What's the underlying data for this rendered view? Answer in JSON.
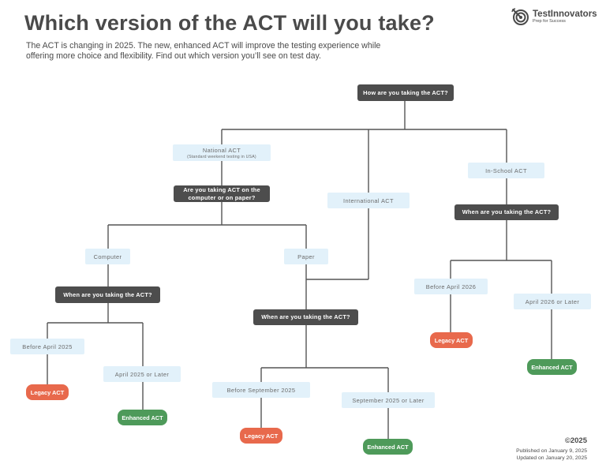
{
  "header": {
    "title": "Which version of the ACT will you take?",
    "subtitle": "The ACT is changing in 2025. The new, enhanced ACT will improve the testing experience while offering more choice and flexibility. Find out which version you’ll see on test day."
  },
  "logo": {
    "icon": "target-arrow-icon",
    "name": "TestInnovators",
    "tagline": "Prep for Success"
  },
  "colors": {
    "question_bg": "#4d4d4d",
    "answer_bg": "#e2f1fa",
    "legacy": "#e8694c",
    "enhanced": "#4e9a5a",
    "line": "#555555"
  },
  "flowchart": {
    "root": "How are you taking the ACT?",
    "national": {
      "label": "National ACT",
      "note": "(Standard weekend testing in USA)",
      "question": "Are you taking ACT on the computer or on paper?",
      "computer": {
        "label": "Computer",
        "question": "When are you taking the ACT?",
        "before": "Before April 2025",
        "after": "April 2025 or Later",
        "before_result": "Legacy ACT",
        "after_result": "Enhanced ACT"
      },
      "paper": {
        "label": "Paper",
        "question": "When are you taking the ACT?",
        "before": "Before September 2025",
        "after": "September 2025 or Later",
        "before_result": "Legacy ACT",
        "after_result": "Enhanced ACT"
      }
    },
    "international": {
      "label": "International ACT"
    },
    "in_school": {
      "label": "In-School ACT",
      "question": "When are you taking the ACT?",
      "before": "Before April 2026",
      "after": "April 2026 or Later",
      "before_result": "Legacy ACT",
      "after_result": "Enhanced ACT"
    }
  },
  "footer": {
    "copyright": "©2025",
    "published": "Published on January 9, 2025",
    "updated": "Updated on January 20, 2025"
  }
}
